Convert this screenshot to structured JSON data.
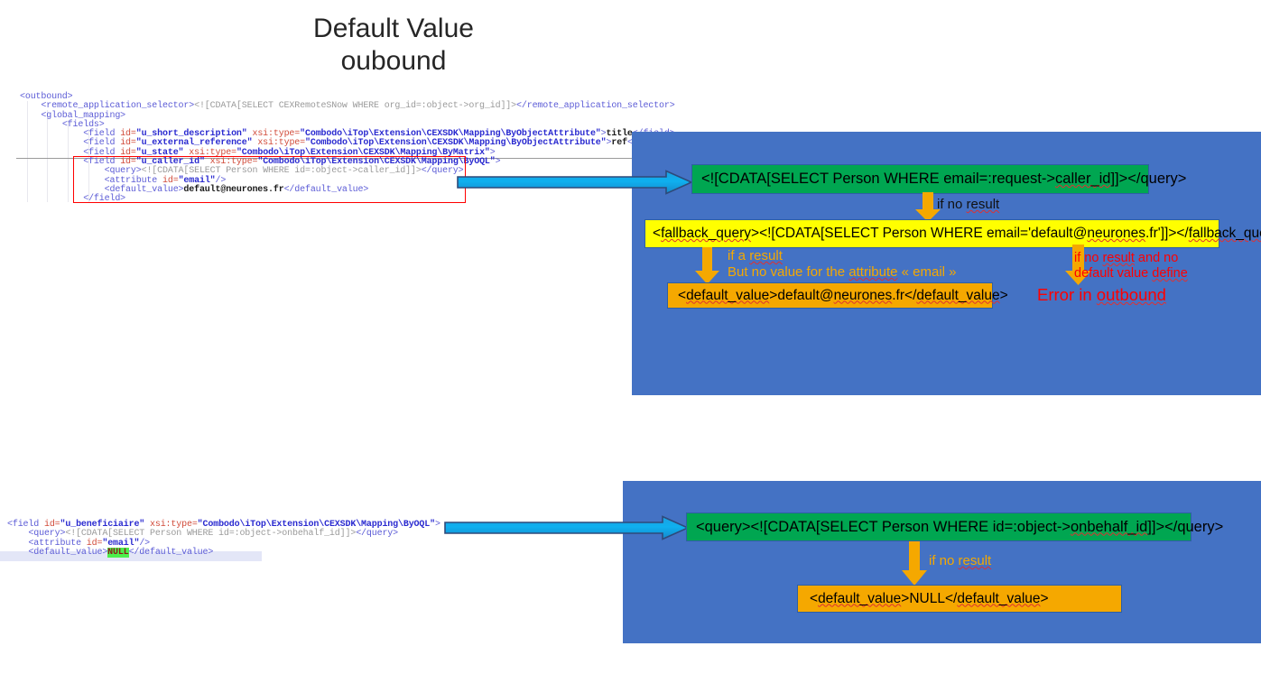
{
  "title": "Default Value\noubound",
  "colors": {
    "panel_blue": "#4472C4",
    "green_box": "#00A651",
    "yellow_box": "#FFFF00",
    "orange_box": "#F5A800",
    "arrow_blue": "#00A0E4",
    "error_red": "#FF0000",
    "null_highlight": "#4CF04C"
  },
  "code_top": {
    "lines": [
      [
        {
          "t": "<outbound>",
          "c": "tag",
          "indent": 0
        }
      ],
      [
        {
          "t": "<remote_application_selector>",
          "c": "tag",
          "indent": 4
        },
        {
          "t": "<![CDATA[SELECT CEXRemoteSNow WHERE org_id=:object->org_id]]>",
          "c": "cdata"
        },
        {
          "t": "</remote_application_selector>",
          "c": "tag"
        }
      ],
      [
        {
          "t": "<global_mapping>",
          "c": "tag",
          "indent": 4
        }
      ],
      [
        {
          "t": "<fields>",
          "c": "tag",
          "indent": 8
        }
      ],
      [
        {
          "t": "<field ",
          "c": "tag",
          "indent": 12
        },
        {
          "t": "id=",
          "c": "attr"
        },
        {
          "t": "\"u_short_description\"",
          "c": "val"
        },
        {
          "t": " xsi:type=",
          "c": "attr"
        },
        {
          "t": "\"Combodo\\iTop\\Extension\\CEXSDK\\Mapping\\ByObjectAttribute\"",
          "c": "val"
        },
        {
          "t": ">",
          "c": "tag"
        },
        {
          "t": "title",
          "c": "txt"
        },
        {
          "t": "</field>",
          "c": "tag"
        }
      ],
      [
        {
          "t": "<field ",
          "c": "tag",
          "indent": 12
        },
        {
          "t": "id=",
          "c": "attr"
        },
        {
          "t": "\"u_external_reference\"",
          "c": "val"
        },
        {
          "t": " xsi:type=",
          "c": "attr"
        },
        {
          "t": "\"Combodo\\iTop\\Extension\\CEXSDK\\Mapping\\ByObjectAttribute\"",
          "c": "val"
        },
        {
          "t": ">",
          "c": "tag"
        },
        {
          "t": "ref",
          "c": "txt"
        },
        {
          "t": "</field>",
          "c": "tag"
        }
      ],
      [
        {
          "t": "<field ",
          "c": "tag",
          "indent": 12
        },
        {
          "t": "id=",
          "c": "attr"
        },
        {
          "t": "\"u_state\"",
          "c": "val"
        },
        {
          "t": " xsi:type=",
          "c": "attr"
        },
        {
          "t": "\"Combodo\\iTop\\Extension\\CEXSDK\\Mapping\\ByMatrix\"",
          "c": "val"
        },
        {
          "t": ">",
          "c": "tag"
        }
      ],
      [
        {
          "t": "<field ",
          "c": "tag",
          "indent": 12
        },
        {
          "t": "id=",
          "c": "attr"
        },
        {
          "t": "\"u_caller_id\"",
          "c": "val"
        },
        {
          "t": " xsi:type=",
          "c": "attr"
        },
        {
          "t": "\"Combodo\\iTop\\Extension\\CEXSDK\\Mapping\\ByOQL\"",
          "c": "val"
        },
        {
          "t": ">",
          "c": "tag"
        }
      ],
      [
        {
          "t": "<query>",
          "c": "tag",
          "indent": 16
        },
        {
          "t": "<![CDATA[SELECT Person WHERE id=:object->caller_id]]>",
          "c": "cdata"
        },
        {
          "t": "</query>",
          "c": "tag"
        }
      ],
      [
        {
          "t": "<attribute ",
          "c": "tag",
          "indent": 16
        },
        {
          "t": "id=",
          "c": "attr"
        },
        {
          "t": "\"email\"",
          "c": "val"
        },
        {
          "t": "/>",
          "c": "tag"
        }
      ],
      [
        {
          "t": "<default_value>",
          "c": "tag",
          "indent": 16
        },
        {
          "t": "default@neurones.fr",
          "c": "txt"
        },
        {
          "t": "</default_value>",
          "c": "tag"
        }
      ],
      [
        {
          "t": "</field>",
          "c": "tag",
          "indent": 12
        }
      ]
    ]
  },
  "code_bottom": {
    "lines": [
      [
        {
          "t": "<field ",
          "c": "tag",
          "indent": 0
        },
        {
          "t": "id=",
          "c": "attr"
        },
        {
          "t": "\"u_beneficiaire\"",
          "c": "val"
        },
        {
          "t": " xsi:type=",
          "c": "attr"
        },
        {
          "t": "\"Combodo\\iTop\\Extension\\CEXSDK\\Mapping\\ByOQL\"",
          "c": "val"
        },
        {
          "t": ">",
          "c": "tag"
        }
      ],
      [
        {
          "t": "<query>",
          "c": "tag",
          "indent": 4
        },
        {
          "t": "<![CDATA[SELECT Person WHERE id=:object->onbehalf_id]]>",
          "c": "cdata"
        },
        {
          "t": "</query>",
          "c": "tag"
        }
      ],
      [
        {
          "t": "<attribute ",
          "c": "tag",
          "indent": 4
        },
        {
          "t": "id=",
          "c": "attr"
        },
        {
          "t": "\"email\"",
          "c": "val"
        },
        {
          "t": "/>",
          "c": "tag"
        }
      ],
      [
        {
          "t": "<default_value>",
          "c": "tag",
          "indent": 4
        },
        {
          "t": "NULL",
          "c": "null"
        },
        {
          "t": "</default_value>",
          "c": "tag"
        }
      ]
    ]
  },
  "flow_top": {
    "query_box": "<![CDATA[SELECT Person WHERE email=:request->caller_id]]></query>",
    "if_no_result": "if no result",
    "fallback_box": "<fallback_query><![CDATA[SELECT Person WHERE email='default@neurones.fr']]></fallback_query>",
    "if_a_result_line1": "if a result",
    "if_a_result_line2": "But no value for the attribute « email »",
    "default_value_box": "<default_value>default@neurones.fr</default_value>",
    "no_default_line1": "if no result and no",
    "no_default_line2": "default value define",
    "error_text": "Error in outbound"
  },
  "flow_bottom": {
    "query_box": "<query><![CDATA[SELECT Person WHERE id=:object->onbehalf_id]]></query>",
    "if_no_result": "if no result",
    "default_value_box": "<default_value>NULL</default_value>"
  },
  "icons": {
    "right_arrow": "right-arrow-icon",
    "down_arrow": "down-arrow-icon"
  }
}
